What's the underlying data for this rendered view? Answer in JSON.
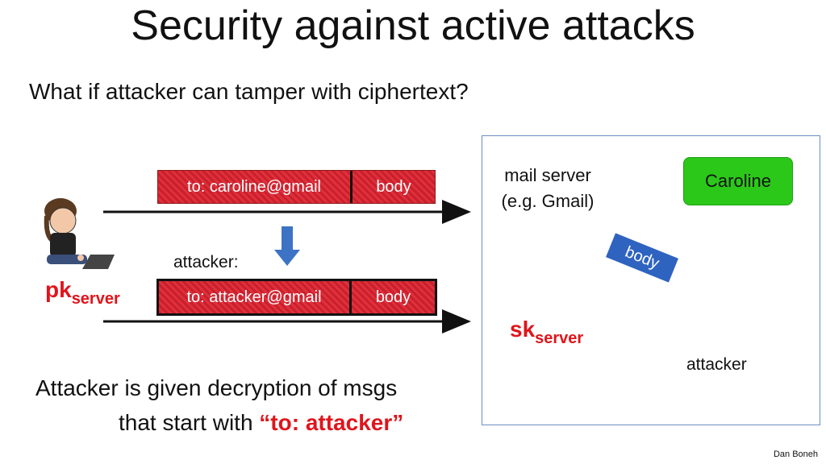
{
  "slide": {
    "title": "Security against active attacks",
    "subtitle": "What if attacker can tamper with ciphertext?"
  },
  "packets": {
    "original": {
      "address": "to: caroline@gmail",
      "body": "body"
    },
    "tampered": {
      "address": "to: attacker@gmail",
      "body": "body"
    }
  },
  "labels": {
    "attacker_top": "attacker:",
    "mail_server_line1": "mail server",
    "mail_server_line2": "(e.g. Gmail)",
    "caroline": "Caroline",
    "forwarded_body": "body",
    "attacker_bottom": "attacker"
  },
  "keys": {
    "pk_main": "pk",
    "pk_sub": "server",
    "sk_main": "sk",
    "sk_sub": "server"
  },
  "bottom_text": {
    "line1": "Attacker is given decryption of msgs",
    "line2_prefix": "that start with ",
    "line2_highlight": "“to: attacker”"
  },
  "footer": {
    "credit": "Dan Boneh"
  },
  "colors": {
    "packet_red": "#d42a34",
    "key_red": "#e0141c",
    "caroline_green": "#2bc81a",
    "body_tag_blue": "#2e63c0",
    "server_box_border": "#6b8fc4"
  },
  "icons": [
    "user-with-laptop-icon",
    "server-tower-icon",
    "hooded-attacker-icon",
    "down-arrow-icon"
  ]
}
